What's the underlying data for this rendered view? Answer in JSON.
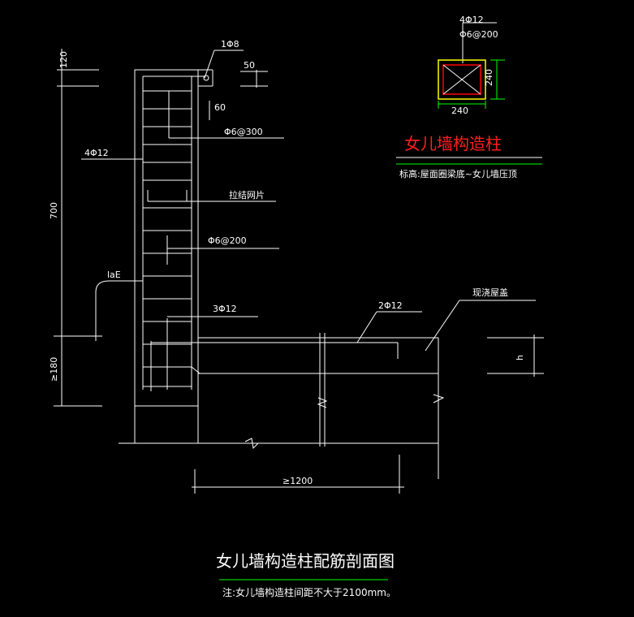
{
  "colors": {
    "background": "#000000",
    "line": "#ffffff",
    "dimension": "#00ff00",
    "rebar": "#ff0000",
    "red_title": "#ff2020"
  },
  "section": {
    "dims": {
      "top_cover": "120",
      "height": "700",
      "embed": "≥180",
      "anchor_length": "≥1200",
      "hook_len": "50",
      "spacing_note": "60"
    },
    "labels": {
      "top_bar": "1Φ8",
      "stirrup_top": "Φ6@300",
      "main_bars": "4Φ12",
      "tie_mesh": "拉结网片",
      "stirrup_mid": "Φ6@200",
      "lae": "laE",
      "bottom_bars": "3Φ12",
      "slab_bars": "2Φ12",
      "cast_slab": "现浇屋盖",
      "slab_h": "h"
    },
    "title": "女儿墙构造柱配筋剖面图",
    "note": "注:女儿墙构造柱间距不大于2100mm。"
  },
  "column": {
    "bars": "4Φ12",
    "stirrup": "Φ6@200",
    "width": "240",
    "depth": "240",
    "title": "女儿墙构造柱",
    "elevation": "标高:屋面圈梁底~女儿墙压顶"
  }
}
